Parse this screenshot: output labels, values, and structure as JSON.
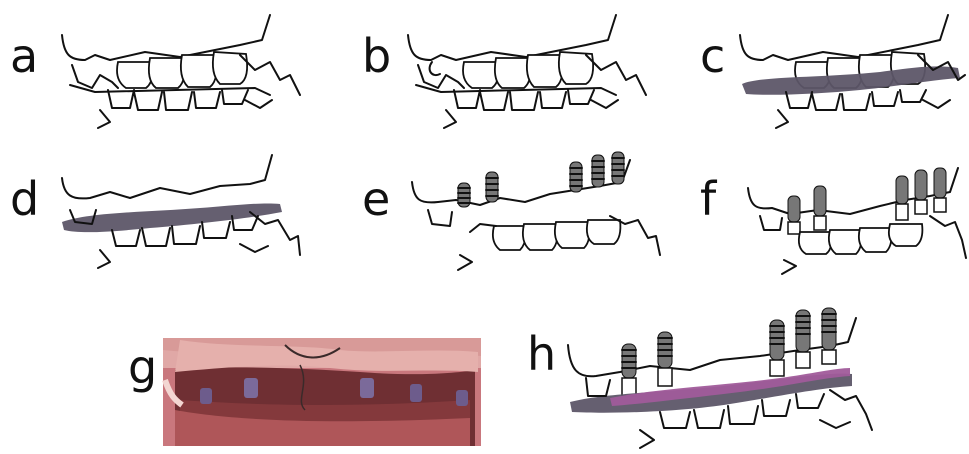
{
  "panels": [
    {
      "label": "a"
    },
    {
      "label": "b"
    },
    {
      "label": "c"
    },
    {
      "label": "d"
    },
    {
      "label": "e"
    },
    {
      "label": "f"
    },
    {
      "label": "g"
    },
    {
      "label": "h"
    }
  ],
  "colors": {
    "line": "#111111",
    "guide": "#5d5668",
    "guide_pink": "#a05b9a",
    "photo_lip": "#c9777d",
    "photo_mouth": "#6f2f33",
    "implant": "#6d5c8c"
  }
}
